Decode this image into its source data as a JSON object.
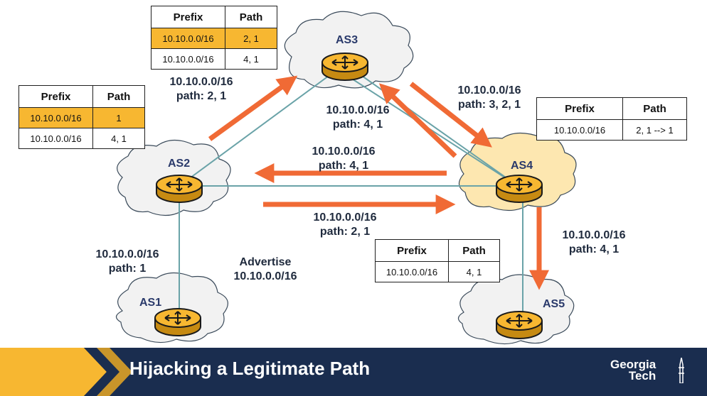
{
  "title": "Hijacking a Legitimate Path",
  "logo": {
    "line1": "Georgia",
    "line2": "Tech"
  },
  "as_names": {
    "as1": "AS1",
    "as2": "AS2",
    "as3": "AS3",
    "as4": "AS4",
    "as5": "AS5"
  },
  "tables": {
    "as3": {
      "header": [
        "Prefix",
        "Path"
      ],
      "rows": [
        [
          "10.10.0.0/16",
          "2, 1"
        ],
        [
          "10.10.0.0/16",
          "4, 1"
        ]
      ]
    },
    "as2": {
      "header": [
        "Prefix",
        "Path"
      ],
      "rows": [
        [
          "10.10.0.0/16",
          "1"
        ],
        [
          "10.10.0.0/16",
          "4, 1"
        ]
      ]
    },
    "as4": {
      "header": [
        "Prefix",
        "Path"
      ],
      "rows": [
        [
          "10.10.0.0/16",
          "2, 1 --> 1"
        ]
      ]
    },
    "as5": {
      "header": [
        "Prefix",
        "Path"
      ],
      "rows": [
        [
          "10.10.0.0/16",
          "4, 1"
        ]
      ]
    }
  },
  "labels": {
    "as2_to_as3": {
      "l1": "10.10.0.0/16",
      "l2": "path: 2, 1"
    },
    "as3_to_as4": {
      "l1": "10.10.0.0/16",
      "l2": "path: 3, 2, 1"
    },
    "as4_to_as3": {
      "l1": "10.10.0.0/16",
      "l2": "path: 4, 1"
    },
    "as4_to_as2": {
      "l1": "10.10.0.0/16",
      "l2": "path: 4, 1"
    },
    "as2_to_as4": {
      "l1": "10.10.0.0/16",
      "l2": "path: 2, 1"
    },
    "as1_to_as2": {
      "l1": "10.10.0.0/16",
      "l2": "path: 1"
    },
    "advertise": {
      "l1": "Advertise",
      "l2": "10.10.0.0/16"
    },
    "as4_to_as5": {
      "l1": "10.10.0.0/16",
      "l2": "path: 4, 1"
    }
  },
  "colors": {
    "arrow": "#f06a35",
    "link": "#6aa3a8",
    "router": "#f7b731",
    "cloud": "#f2f2f2",
    "cloud_highlight": "#fde7b0",
    "footer": "#1a2d4f",
    "table_highlight": "#f7b731"
  }
}
